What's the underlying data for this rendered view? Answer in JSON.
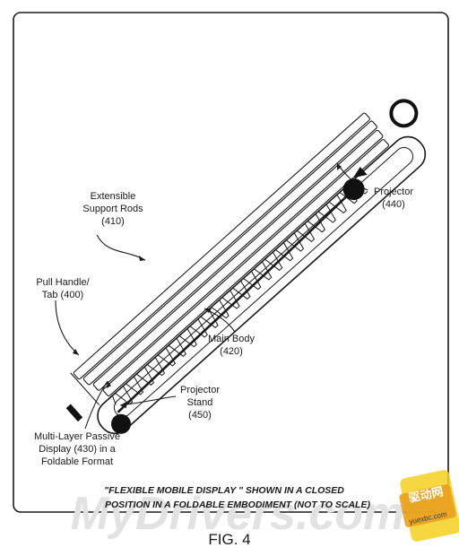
{
  "labels": {
    "support_rods": [
      "Extensible",
      "Support Rods",
      "(410)"
    ],
    "projector": [
      "Projector",
      "(440)"
    ],
    "pull_handle": [
      "Pull Handle/",
      "Tab (400)"
    ],
    "main_body": [
      "Main Body",
      "(420)"
    ],
    "projector_stand": [
      "Projector",
      "Stand",
      "(450)"
    ],
    "display": [
      "Multi-Layer Passive",
      "Display (430) in a",
      "Foldable Format"
    ]
  },
  "caption": {
    "line1": "\"FLEXIBLE MOBILE DISPLAY \" SHOWN IN A CLOSED",
    "line2": "POSITION IN A FOLDABLE EMBODIMENT (NOT TO SCALE)"
  },
  "figure_label": "FIG. 4",
  "watermark": {
    "main": "MyDrivers.com",
    "badge_cn": "驱动网",
    "badge_url": "yuexbc.com"
  },
  "colors": {
    "ink": "#1a1a1a",
    "watermark": "#d9d9d9",
    "badge_orange": "#e8a020",
    "badge_yellow": "#f5d020"
  }
}
